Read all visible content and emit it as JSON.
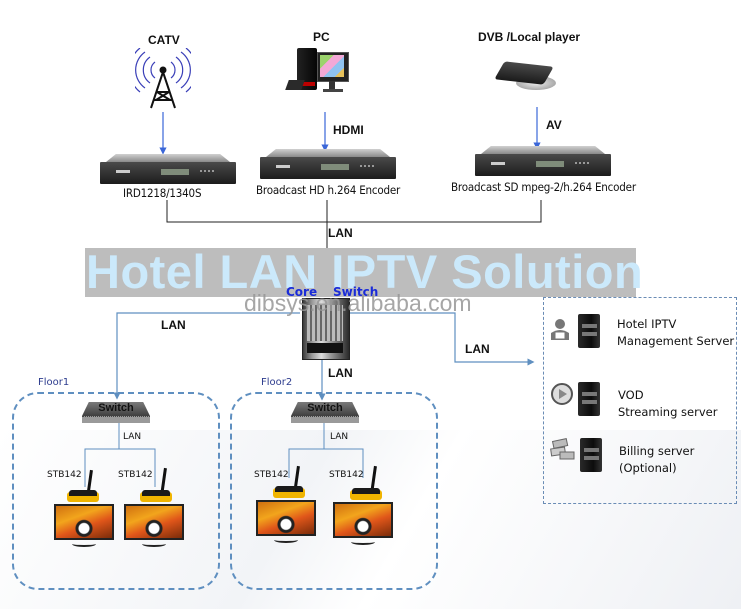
{
  "title": "Hotel LAN IPTV Solution",
  "watermark": "dibsys.en.alibaba.com",
  "sources": [
    {
      "label": "CATV",
      "icon": "antenna-tower-icon"
    },
    {
      "label": "PC",
      "icon": "desktop-pc-icon"
    },
    {
      "label": "DVB  /Local player",
      "icon": "dvd-player-icon"
    }
  ],
  "source_links": {
    "pc": "HDMI",
    "dvb": "AV"
  },
  "headend_devices": [
    {
      "label": "IRD1218/1340S"
    },
    {
      "label": "Broadcast HD h.264 Encoder"
    },
    {
      "label": "Broadcast SD mpeg-2/h.264 Encoder"
    }
  ],
  "links": {
    "headend_to_core": "LAN",
    "core_to_floor1": "LAN",
    "core_to_floor2": "LAN",
    "core_to_servers": "LAN"
  },
  "core_switch": {
    "label_part1": "Core",
    "label_part2": "Switch"
  },
  "floors": [
    {
      "label": "Floor1",
      "switch_label": "Switch",
      "link_label": "LAN",
      "stbs": [
        {
          "label": "STB142"
        },
        {
          "label": "STB142"
        }
      ]
    },
    {
      "label": "Floor2",
      "switch_label": "Switch",
      "link_label": "LAN",
      "stbs": [
        {
          "label": "STB142"
        },
        {
          "label": "STB142"
        }
      ]
    }
  ],
  "servers": [
    {
      "line1": "Hotel IPTV",
      "line2": "Management Server",
      "icon": "admin-user-icon"
    },
    {
      "line1": "VOD",
      "line2": "Streaming server",
      "icon": "play-disc-icon"
    },
    {
      "line1": "Billing server",
      "line2": "(Optional)",
      "icon": "money-stack-icon"
    }
  ],
  "colors": {
    "link_line": "#3a66d8",
    "network_line": "#6a8cb5",
    "banner_bg": "#bdbdbd",
    "banner_text": "#cbe9fb",
    "core_label": "#1a2bd8",
    "floor_label": "#2d3c8e",
    "stb_body": "#f0b400"
  }
}
